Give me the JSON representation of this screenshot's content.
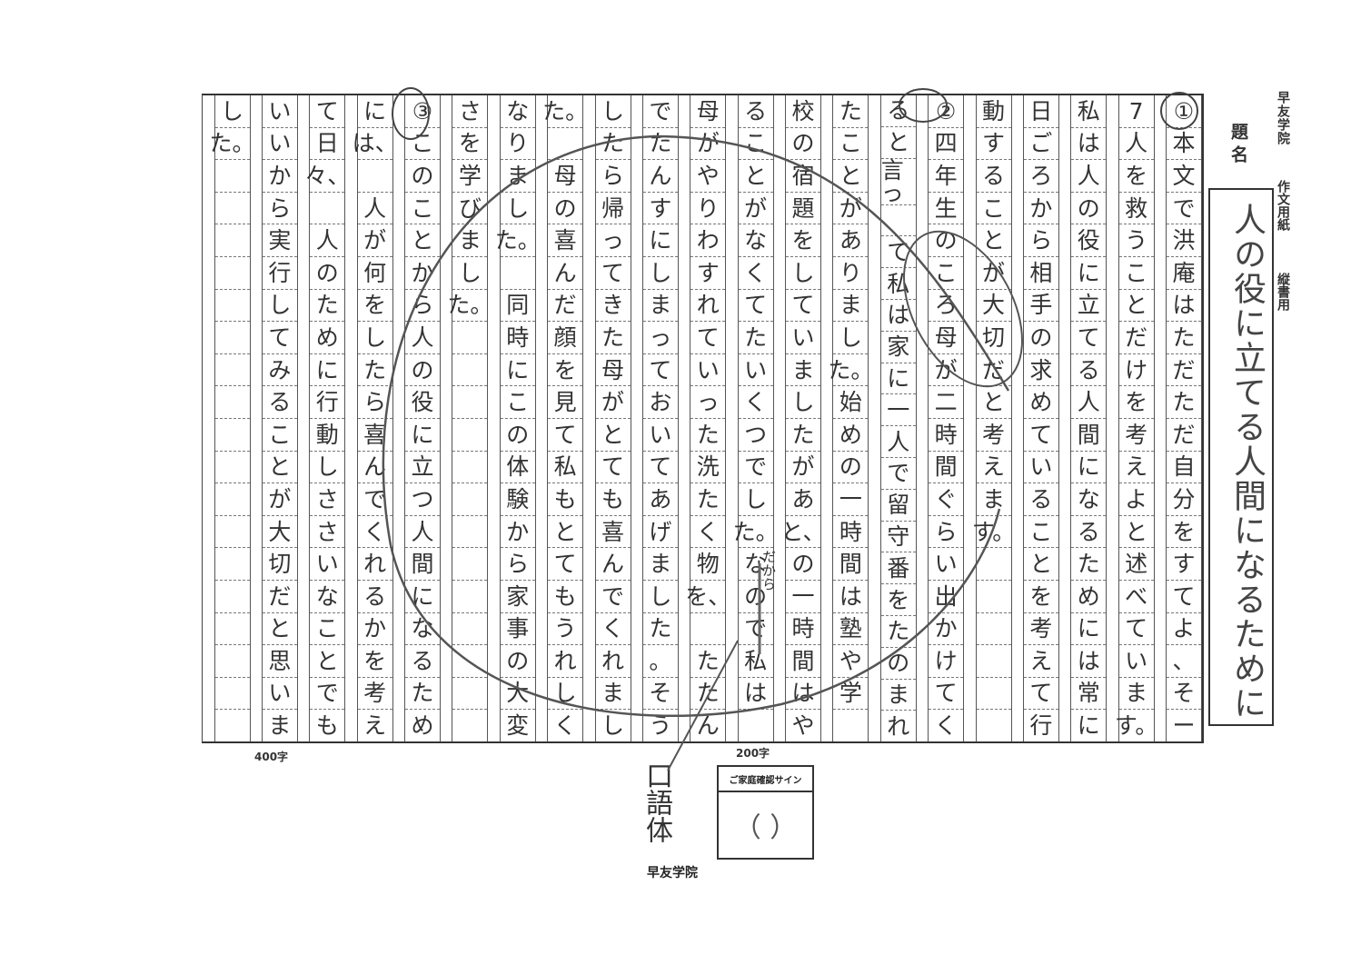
{
  "header": {
    "school": "早友学院",
    "paper_type": "作文用紙",
    "orientation": "縦書用",
    "title_label": "題名",
    "title": "人の役に立てる人間になるために"
  },
  "essay": {
    "columns": [
      [
        "①",
        "本",
        "文",
        "で",
        "洪",
        "庵",
        "は",
        "た",
        "だ",
        "た",
        "だ",
        "自",
        "分",
        "を",
        "す",
        "て",
        "よ",
        "、",
        "そ",
        "ー"
      ],
      [
        "7",
        "人",
        "を",
        "救",
        "う",
        "こ",
        "と",
        "だ",
        "け",
        "を",
        "考",
        "え",
        "よ",
        "と",
        "述",
        "べ",
        "て",
        "い",
        "ま",
        "す。"
      ],
      [
        "私",
        "は",
        "人",
        "の",
        "役",
        "に",
        "立",
        "て",
        "る",
        "人",
        "間",
        "に",
        "な",
        "る",
        "た",
        "め",
        "に",
        "は",
        "常",
        "に"
      ],
      [
        "日",
        "ご",
        "ろ",
        "か",
        "ら",
        "相",
        "手",
        "の",
        "求",
        "め",
        "て",
        "い",
        "る",
        "こ",
        "と",
        "を",
        "考",
        "え",
        "て",
        "行"
      ],
      [
        "動",
        "す",
        "る",
        "こ",
        "と",
        "が",
        "大",
        "切",
        "だ",
        "と",
        "考",
        "え",
        "ま",
        "す。",
        "",
        "",
        "",
        "",
        "",
        ""
      ],
      [
        "②",
        "四",
        "年",
        "生",
        "の",
        "こ",
        "ろ",
        "母",
        "が",
        "二",
        "時",
        "間",
        "ぐ",
        "ら",
        "い",
        "出",
        "か",
        "け",
        "て",
        "く"
      ],
      [
        "る",
        "と",
        "言っ",
        "",
        "て",
        "私",
        "は",
        "家",
        "に",
        "一",
        "人",
        "で",
        "留",
        "守",
        "番",
        "を",
        "た",
        "の",
        "ま",
        "れ"
      ],
      [
        "た",
        "こ",
        "と",
        "が",
        "あ",
        "り",
        "ま",
        "し",
        "た。",
        "始",
        "め",
        "の",
        "一",
        "時",
        "間",
        "は",
        "塾",
        "や",
        "学",
        ""
      ],
      [
        "校",
        "の",
        "宿",
        "題",
        "を",
        "し",
        "て",
        "い",
        "ま",
        "し",
        "た",
        "が",
        "あ",
        "と、",
        "の",
        "一",
        "時",
        "間",
        "は",
        "や"
      ],
      [
        "る",
        "こ",
        "と",
        "が",
        "な",
        "く",
        "て",
        "た",
        "い",
        "く",
        "つ",
        "で",
        "し",
        "た。",
        "な",
        "の",
        "で",
        "私",
        "は",
        ""
      ],
      [
        "母",
        "が",
        "や",
        "り",
        "わ",
        "す",
        "れ",
        "て",
        "い",
        "っ",
        "た",
        "洗",
        "た",
        "く",
        "物",
        "を、",
        "",
        "た",
        "た",
        "ん"
      ],
      [
        "で",
        "た",
        "ん",
        "す",
        "に",
        "し",
        "ま",
        "っ",
        "て",
        "お",
        "い",
        "て",
        "あ",
        "げ",
        "ま",
        "し",
        "た",
        "。",
        "そ",
        "う"
      ],
      [
        "し",
        "た",
        "ら",
        "帰",
        "っ",
        "て",
        "き",
        "た",
        "母",
        "が",
        "と",
        "て",
        "も",
        "喜",
        "ん",
        "で",
        "く",
        "れ",
        "ま",
        "し"
      ],
      [
        "た。",
        "",
        "母",
        "の",
        "喜",
        "ん",
        "だ",
        "顔",
        "を",
        "見",
        "て",
        "私",
        "も",
        "と",
        "て",
        "も",
        "う",
        "れ",
        "し",
        "く"
      ],
      [
        "な",
        "り",
        "ま",
        "し",
        "た。",
        "",
        "同",
        "時",
        "に",
        "こ",
        "の",
        "体",
        "験",
        "か",
        "ら",
        "家",
        "事",
        "の",
        "大",
        "変"
      ],
      [
        "さ",
        "を",
        "学",
        "び",
        "ま",
        "し",
        "た。",
        "",
        "",
        "",
        "",
        "",
        "",
        "",
        "",
        "",
        "",
        "",
        "",
        ""
      ],
      [
        "③",
        "こ",
        "の",
        "こ",
        "と",
        "か",
        "ら",
        "人",
        "の",
        "役",
        "に",
        "立",
        "つ",
        "人",
        "間",
        "に",
        "な",
        "る",
        "た",
        "め"
      ],
      [
        "に",
        "は、",
        "",
        "人",
        "が",
        "何",
        "を",
        "し",
        "た",
        "ら",
        "喜",
        "ん",
        "で",
        "く",
        "れ",
        "る",
        "か",
        "を",
        "考",
        "え"
      ],
      [
        "て",
        "日",
        "々、",
        "",
        "人",
        "の",
        "た",
        "め",
        "に",
        "行",
        "動",
        "し",
        "さ",
        "さ",
        "い",
        "な",
        "こ",
        "と",
        "で",
        "も"
      ],
      [
        "い",
        "い",
        "か",
        "ら",
        "実",
        "行",
        "し",
        "て",
        "み",
        "る",
        "こ",
        "と",
        "が",
        "大",
        "切",
        "だ",
        "と",
        "思",
        "い",
        "ま"
      ],
      [
        "し",
        "た。",
        "",
        "",
        "",
        "",
        "",
        "",
        "",
        "",
        "",
        "",
        "",
        "",
        "",
        "",
        "",
        "",
        "",
        ""
      ]
    ]
  },
  "markers": {
    "count_400": "400字",
    "count_200": "200字"
  },
  "sign_box": {
    "label": "ご家庭確認サイン",
    "mark": "（ ）"
  },
  "footer": {
    "school": "早友学院"
  },
  "annotations": {
    "colloquial_note": "口語体",
    "correction_note": "だから"
  },
  "colors": {
    "ink": "#333333",
    "pencil": "#555555"
  }
}
